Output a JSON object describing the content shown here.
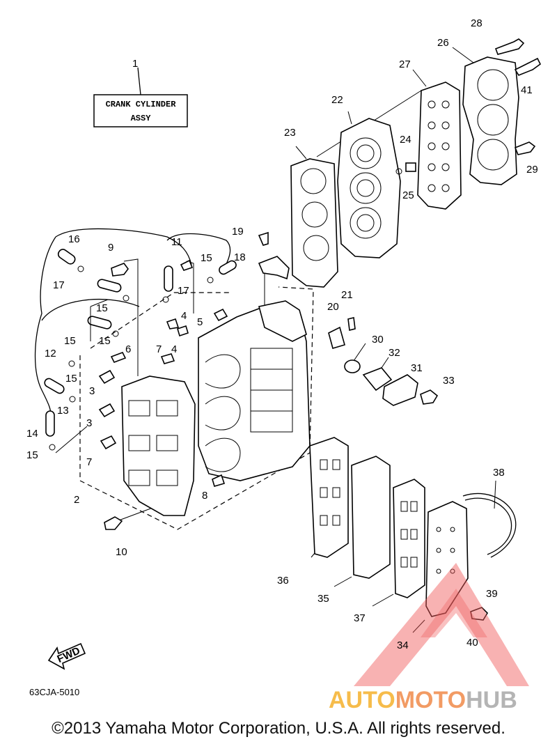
{
  "assembly_box": {
    "line1": "CRANK CYLINDER",
    "line2": "ASSY"
  },
  "callouts": [
    {
      "id": "c1",
      "text": "1"
    },
    {
      "id": "c2",
      "text": "2"
    },
    {
      "id": "c3a",
      "text": "3"
    },
    {
      "id": "c3b",
      "text": "3"
    },
    {
      "id": "c4a",
      "text": "4"
    },
    {
      "id": "c4b",
      "text": "4"
    },
    {
      "id": "c5",
      "text": "5"
    },
    {
      "id": "c6",
      "text": "6"
    },
    {
      "id": "c7a",
      "text": "7"
    },
    {
      "id": "c7b",
      "text": "7"
    },
    {
      "id": "c8",
      "text": "8"
    },
    {
      "id": "c9",
      "text": "9"
    },
    {
      "id": "c10",
      "text": "10"
    },
    {
      "id": "c11",
      "text": "11"
    },
    {
      "id": "c12",
      "text": "12"
    },
    {
      "id": "c13",
      "text": "13"
    },
    {
      "id": "c14",
      "text": "14"
    },
    {
      "id": "c15a",
      "text": "15"
    },
    {
      "id": "c15b",
      "text": "15"
    },
    {
      "id": "c15c",
      "text": "15"
    },
    {
      "id": "c15d",
      "text": "15"
    },
    {
      "id": "c15e",
      "text": "15"
    },
    {
      "id": "c15f",
      "text": "15"
    },
    {
      "id": "c16",
      "text": "16"
    },
    {
      "id": "c17a",
      "text": "17"
    },
    {
      "id": "c17b",
      "text": "17"
    },
    {
      "id": "c18",
      "text": "18"
    },
    {
      "id": "c19",
      "text": "19"
    },
    {
      "id": "c20",
      "text": "20"
    },
    {
      "id": "c21",
      "text": "21"
    },
    {
      "id": "c22",
      "text": "22"
    },
    {
      "id": "c23",
      "text": "23"
    },
    {
      "id": "c24",
      "text": "24"
    },
    {
      "id": "c25",
      "text": "25"
    },
    {
      "id": "c26",
      "text": "26"
    },
    {
      "id": "c27",
      "text": "27"
    },
    {
      "id": "c28",
      "text": "28"
    },
    {
      "id": "c29",
      "text": "29"
    },
    {
      "id": "c30",
      "text": "30"
    },
    {
      "id": "c31",
      "text": "31"
    },
    {
      "id": "c32",
      "text": "32"
    },
    {
      "id": "c33",
      "text": "33"
    },
    {
      "id": "c34",
      "text": "34"
    },
    {
      "id": "c35",
      "text": "35"
    },
    {
      "id": "c36",
      "text": "36"
    },
    {
      "id": "c37",
      "text": "37"
    },
    {
      "id": "c38",
      "text": "38"
    },
    {
      "id": "c39",
      "text": "39"
    },
    {
      "id": "c40",
      "text": "40"
    },
    {
      "id": "c41",
      "text": "41"
    }
  ],
  "fwd_label": "FWD",
  "diagram_code": "63CJA-5010",
  "watermark": {
    "part1": "AUTO",
    "part2": "MOTO",
    "part3": "HUB",
    "colors": {
      "auto": "#f5b12c",
      "moto": "#f08a4a",
      "hub": "#a7a7a7",
      "triangle": "#ef5a5a"
    }
  },
  "copyright": "©2013 Yamaha Motor Corporation, U.S.A. All rights reserved."
}
